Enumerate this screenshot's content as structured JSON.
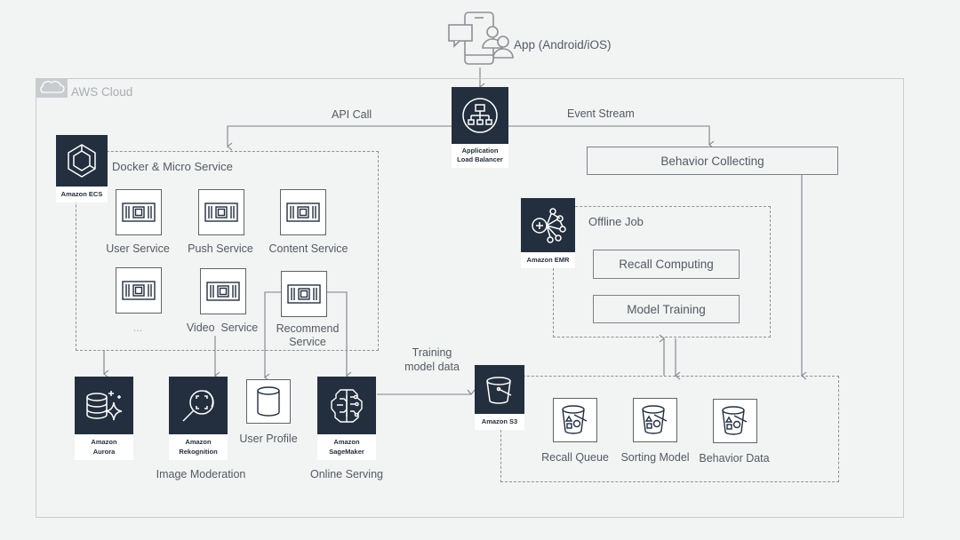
{
  "diagram": {
    "client": {
      "label": "App (Android/iOS)",
      "icon": "mobile-app-users-icon"
    },
    "cloud": {
      "label": "AWS Cloud",
      "icon": "cloud-icon"
    },
    "edges": {
      "api_call": "API Call",
      "event_stream": "Event Stream",
      "training_model_data_line1": "Training",
      "training_model_data_line2": "model data"
    },
    "load_balancer": {
      "caption_line1": "Application",
      "caption_line2": "Load Balancer",
      "icon": "load-balancer-icon"
    },
    "ecs": {
      "caption": "Amazon ECS",
      "group_label": "Docker & Micro Service",
      "services": [
        {
          "label": "User Service"
        },
        {
          "label": "Push Service"
        },
        {
          "label": "Content Service"
        },
        {
          "label": "..."
        },
        {
          "label": "Video  Service"
        },
        {
          "label_line1": "Recommend",
          "label_line2": "Service"
        }
      ]
    },
    "behavior_collecting": {
      "label": "Behavior Collecting"
    },
    "emr": {
      "caption": "Amazon EMR",
      "group_label": "Offline Job",
      "jobs": [
        {
          "label": "Recall Computing"
        },
        {
          "label": "Model Training"
        }
      ]
    },
    "aurora": {
      "caption_line1": "Amazon",
      "caption_line2": "Aurora"
    },
    "rekognition": {
      "caption_line1": "Amazon",
      "caption_line2": "Rekognition",
      "sublabel": "Image Moderation"
    },
    "user_profile": {
      "label": "User Profile"
    },
    "sagemaker": {
      "caption_line1": "Amazon",
      "caption_line2": "SageMaker",
      "sublabel": "Online Serving"
    },
    "s3": {
      "caption": "Amazon S3",
      "buckets": [
        {
          "label": "Recall Queue"
        },
        {
          "label": "Sorting Model"
        },
        {
          "label": "Behavior Data"
        }
      ]
    },
    "colors": {
      "aws_dark": "#232f3e",
      "background": "#f2f3f3",
      "line": "#7d8288",
      "text": "#545b64"
    }
  }
}
